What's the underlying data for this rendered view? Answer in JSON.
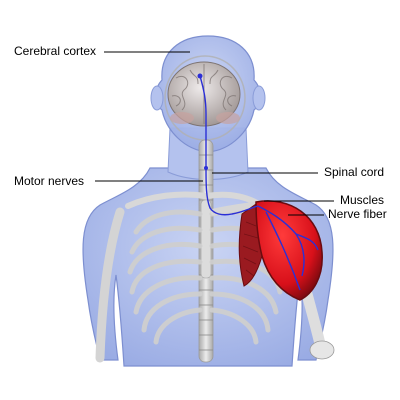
{
  "labels": {
    "cerebral_cortex": "Cerebral cortex",
    "motor_nerves": "Motor nerves",
    "spinal_cord": "Spinal cord",
    "muscles": "Muscles",
    "nerve_fiber": "Nerve fiber"
  },
  "colors": {
    "body_fill": "#a9b9ea",
    "body_edge": "#7d8fd0",
    "bone": "#e2e2e2",
    "bone_shadow": "#9a9a9a",
    "brain": "#c9c2c0",
    "nerve": "#2b2fd6",
    "muscle": "#e3141c",
    "muscle_dark": "#8e0d12",
    "leader_line": "#000000"
  }
}
